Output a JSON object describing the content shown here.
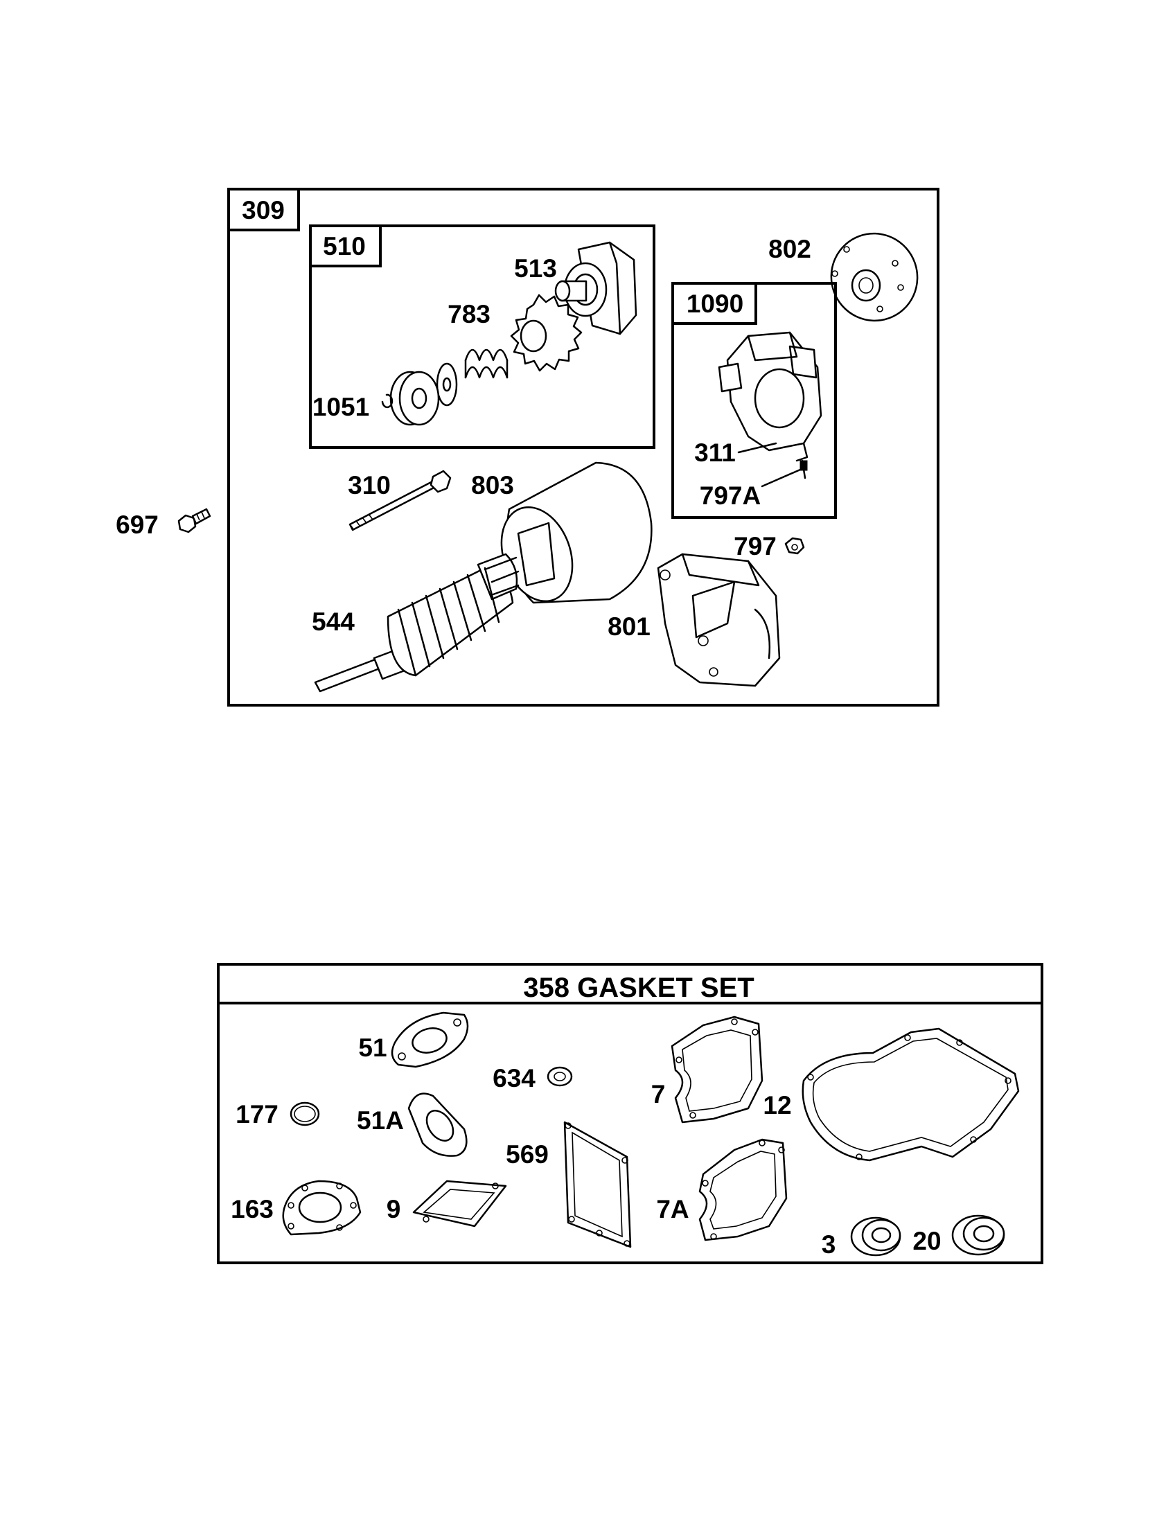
{
  "starter_assembly": {
    "box_label": "309",
    "drive_box_label": "510",
    "brush_box_label": "1090",
    "parts": {
      "p513": "513",
      "p783": "783",
      "p1051": "1051",
      "p802": "802",
      "p311": "311",
      "p797a": "797A",
      "p310": "310",
      "p803": "803",
      "p697": "697",
      "p797": "797",
      "p544": "544",
      "p801": "801"
    }
  },
  "gasket_set": {
    "title": "358 GASKET SET",
    "parts": {
      "p51": "51",
      "p634": "634",
      "p7": "7",
      "p12": "12",
      "p177": "177",
      "p51a": "51A",
      "p569": "569",
      "p163": "163",
      "p9": "9",
      "p7a": "7A",
      "p3": "3",
      "p20": "20"
    }
  }
}
